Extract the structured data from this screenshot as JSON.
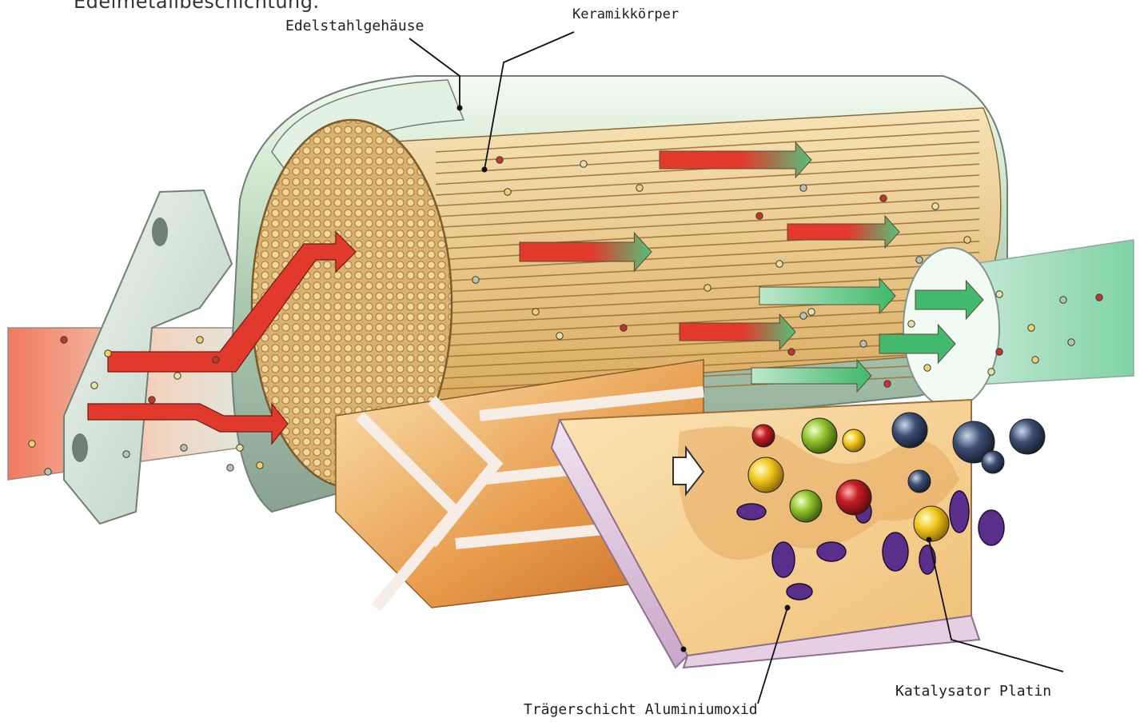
{
  "top_caption": "Edelmetallbeschichtung.",
  "labels": {
    "housing": "Edelstahlgehäuse",
    "ceramic": "Keramikkörper",
    "carrier": "Trägerschicht Aluminiumoxid",
    "catalyst": "Katalysator Platin"
  },
  "colors": {
    "exhaust_in": "#e23a2e",
    "exhaust_out": "#4fc27a",
    "steel": "#cfe3cf",
    "ceramic": "#e9c58a",
    "alumina": "#f2c67a",
    "platinum": "#6b3fa0"
  }
}
